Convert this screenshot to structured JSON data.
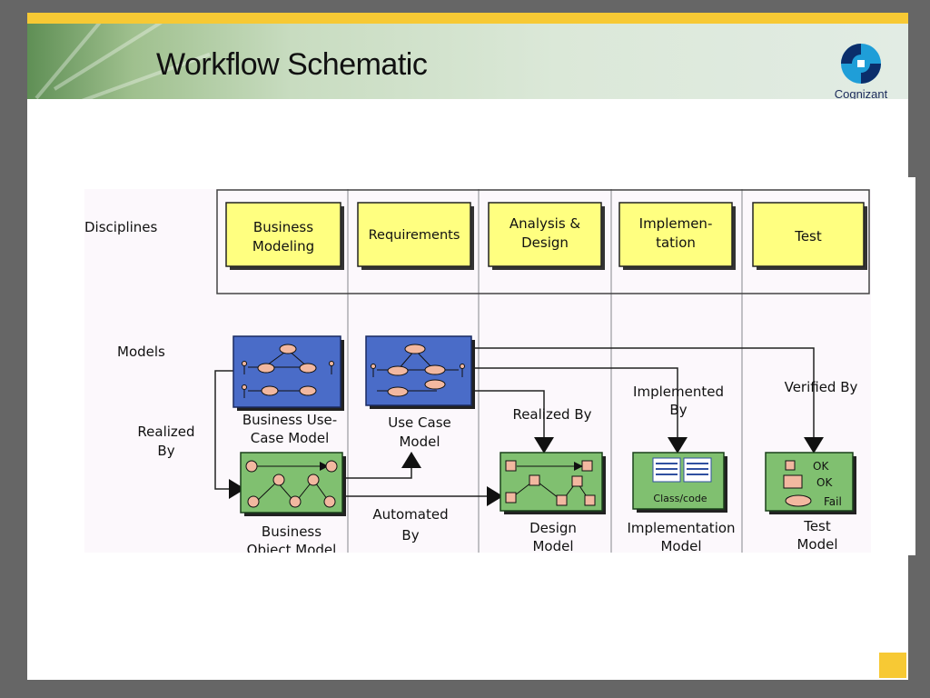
{
  "slide": {
    "title": "Workflow Schematic",
    "logo_text": "Cognizant",
    "colors": {
      "accent_yellow": "#f7c934",
      "discipline_fill": "#ffff80",
      "model_blue": "#4a6cc8",
      "model_green": "#80c070"
    },
    "icons": [
      "cognizant-logo-icon"
    ]
  },
  "diagram": {
    "row_labels": {
      "disciplines": "Disciplines",
      "models": "Models",
      "realized_by_line1": "Realized",
      "realized_by_line2": "By"
    },
    "disciplines": [
      {
        "line1": "Business",
        "line2": "Modeling"
      },
      {
        "line1": "Requirements",
        "line2": ""
      },
      {
        "line1": "Analysis &",
        "line2": "Design"
      },
      {
        "line1": "Implemen-",
        "line2": "tation"
      },
      {
        "line1": "Test",
        "line2": ""
      }
    ],
    "models": {
      "business_use_case": {
        "line1": "Business Use-",
        "line2": "Case Model"
      },
      "use_case": {
        "line1": "Use Case",
        "line2": "Model"
      },
      "business_object": {
        "line1": "Business",
        "line2": "Object Model"
      },
      "design": {
        "line1": "Design",
        "line2": "Model"
      },
      "implementation": {
        "line1": "Implementation",
        "line2": "Model",
        "inner_label": "Class/code"
      },
      "test": {
        "line1": "Test",
        "line2": "Model",
        "legend": [
          "OK",
          "OK",
          "Fail"
        ]
      }
    },
    "relations": {
      "realized_by": "Realized By",
      "implemented_by_line1": "Implemented",
      "implemented_by_line2": "By",
      "verified_by": "Verified By",
      "automated_by_line1": "Automated",
      "automated_by_line2": "By"
    }
  }
}
